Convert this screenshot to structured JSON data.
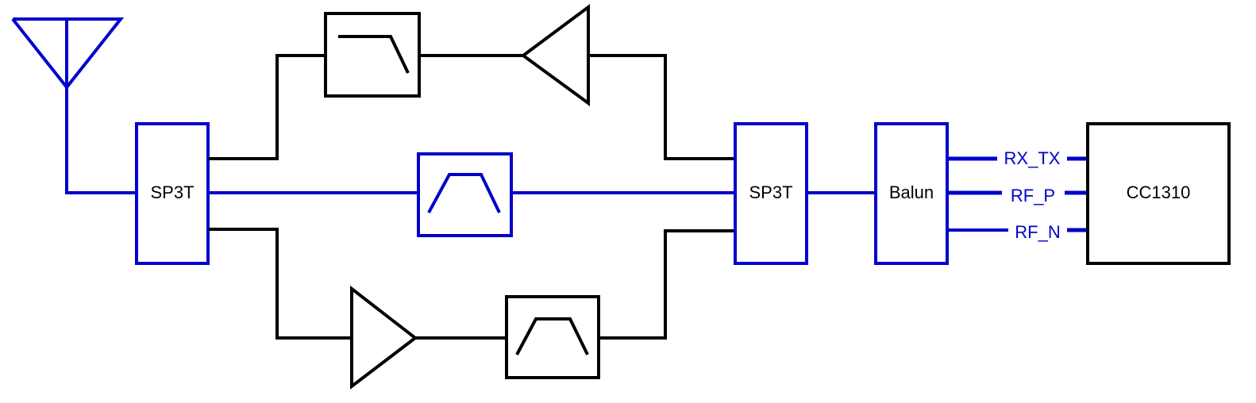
{
  "colors": {
    "rf_path": "#0000cc",
    "secondary_path": "#000000",
    "background": "#ffffff"
  },
  "blocks": {
    "switch_left": "SP3T",
    "switch_right": "SP3T",
    "balun": "Balun",
    "chip": "CC1310"
  },
  "nets": {
    "rx_tx": "RX_TX",
    "rf_p": "RF_P",
    "rf_n": "RF_N"
  },
  "icons": {
    "antenna": "antenna-icon",
    "lowpass": "lowpass-filter-icon",
    "bandpass": "bandpass-filter-icon",
    "amplifier": "amplifier-icon"
  }
}
